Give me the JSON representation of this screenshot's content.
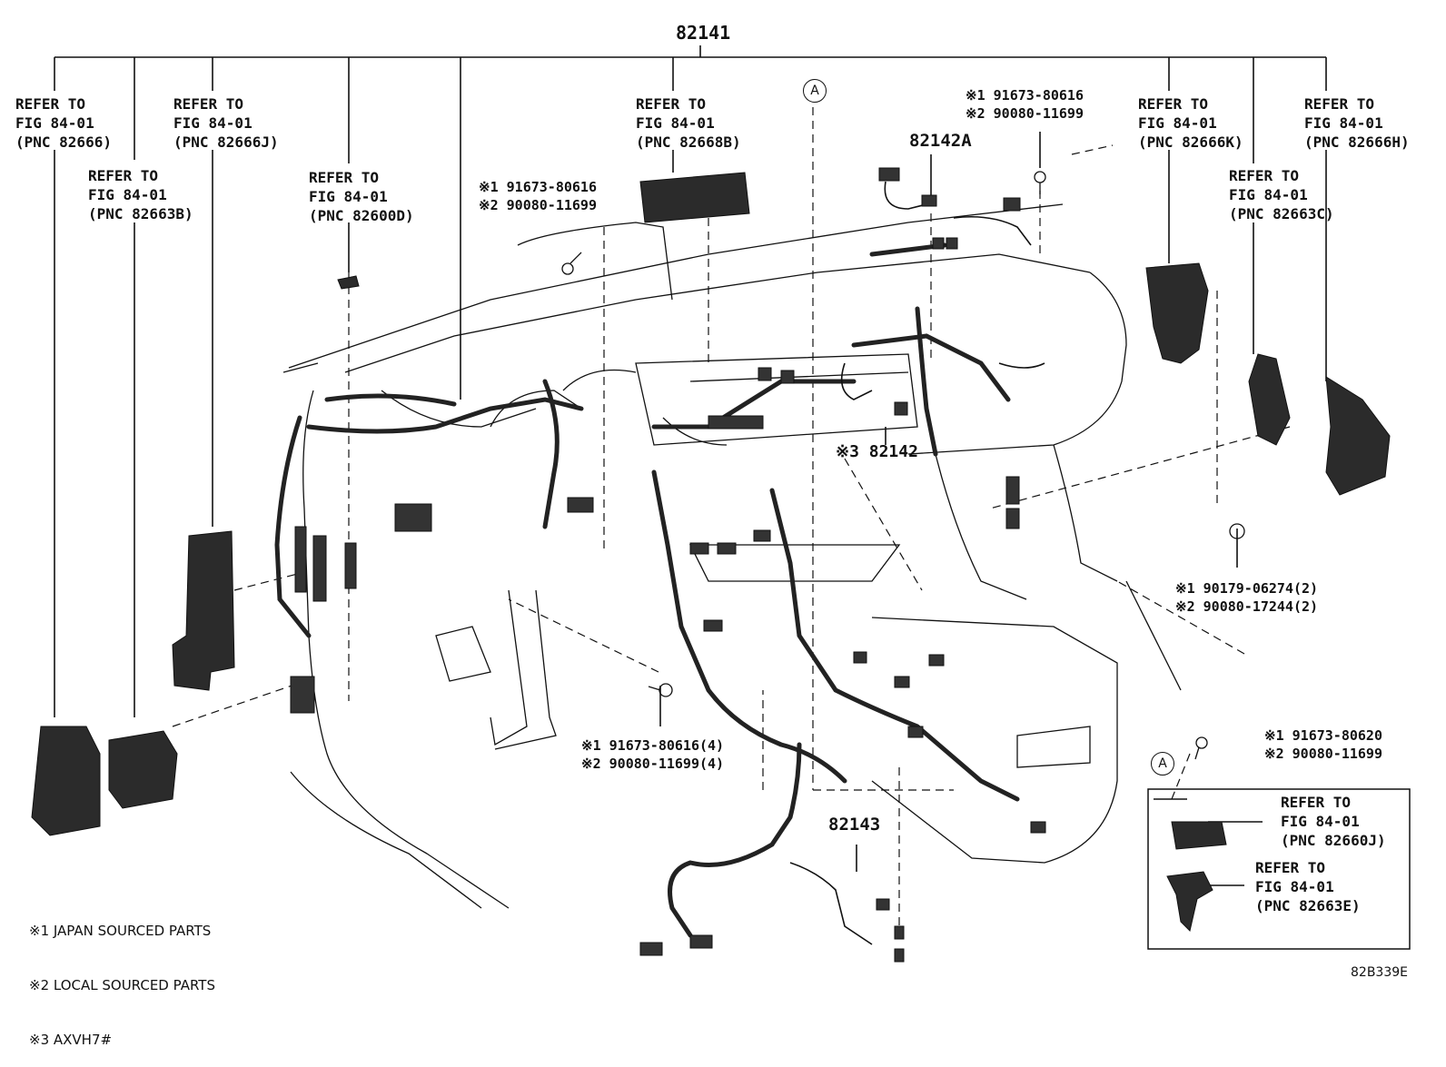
{
  "header_part": "82141",
  "refs": {
    "r82666": [
      "REFER TO",
      "FIG 84-01",
      "(PNC 82666)"
    ],
    "r82663B": [
      "REFER TO",
      "FIG 84-01",
      "(PNC 82663B)"
    ],
    "r82666J": [
      "REFER TO",
      "FIG 84-01",
      "(PNC 82666J)"
    ],
    "r82600D": [
      "REFER TO",
      "FIG 84-01",
      "(PNC 82600D)"
    ],
    "r82668B": [
      "REFER TO",
      "FIG 84-01",
      "(PNC 82668B)"
    ],
    "r82666K": [
      "REFER TO",
      "FIG 84-01",
      "(PNC 82666K)"
    ],
    "r82666H": [
      "REFER TO",
      "FIG 84-01",
      "(PNC 82666H)"
    ],
    "r82663C": [
      "REFER TO",
      "FIG 84-01",
      "(PNC 82663C)"
    ],
    "r82660J": [
      "REFER TO",
      "FIG 84-01",
      "(PNC 82660J)"
    ],
    "r82663E": [
      "REFER TO",
      "FIG 84-01",
      "(PNC 82663E)"
    ]
  },
  "parts": {
    "p82142A": "82142A",
    "p82142": "※3 82142",
    "p82143": "82143"
  },
  "fasteners": {
    "f_top_mid": [
      "※1 91673-80616",
      "※2 90080-11699"
    ],
    "f_top_right": [
      "※1 91673-80616",
      "※2 90080-11699"
    ],
    "f_right_mid": [
      "※1 90179-06274(2)",
      "※2 90080-17244(2)"
    ],
    "f_bottom": [
      "※1 91673-80616(4)",
      "※2 90080-11699(4)"
    ],
    "f_inset": [
      "※1 91673-80620",
      "※2 90080-11699"
    ]
  },
  "callout_a": "A",
  "legend": [
    "※1 JAPAN SOURCED PARTS",
    "※2 LOCAL SOURCED PARTS",
    "※3 AXVH7#"
  ],
  "diagram_code": "82B339E"
}
